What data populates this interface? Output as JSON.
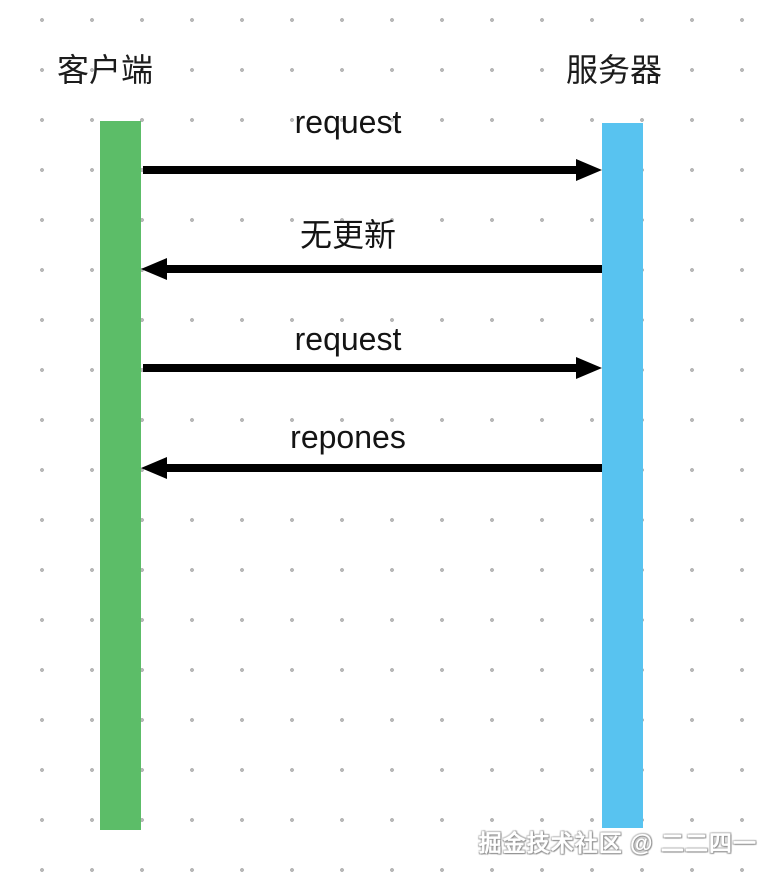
{
  "diagram": {
    "type": "sequence-diagram",
    "actors": [
      {
        "id": "client",
        "label": "客户端",
        "bar_color": "#5cbd68"
      },
      {
        "id": "server",
        "label": "服务器",
        "bar_color": "#58c3f0"
      }
    ],
    "messages": [
      {
        "label": "request",
        "from": "client",
        "to": "server",
        "direction": "right"
      },
      {
        "label": "无更新",
        "from": "server",
        "to": "client",
        "direction": "left"
      },
      {
        "label": "request",
        "from": "client",
        "to": "server",
        "direction": "right"
      },
      {
        "label": "repones",
        "from": "server",
        "to": "client",
        "direction": "left"
      }
    ],
    "watermark": "掘金技术社区 @ 二二四一",
    "colors": {
      "background": "#ffffff",
      "dot_grid": "#b8b8b8",
      "arrow": "#000000",
      "client_bar": "#5cbd68",
      "server_bar": "#58c3f0",
      "label_text": "#141414"
    }
  }
}
